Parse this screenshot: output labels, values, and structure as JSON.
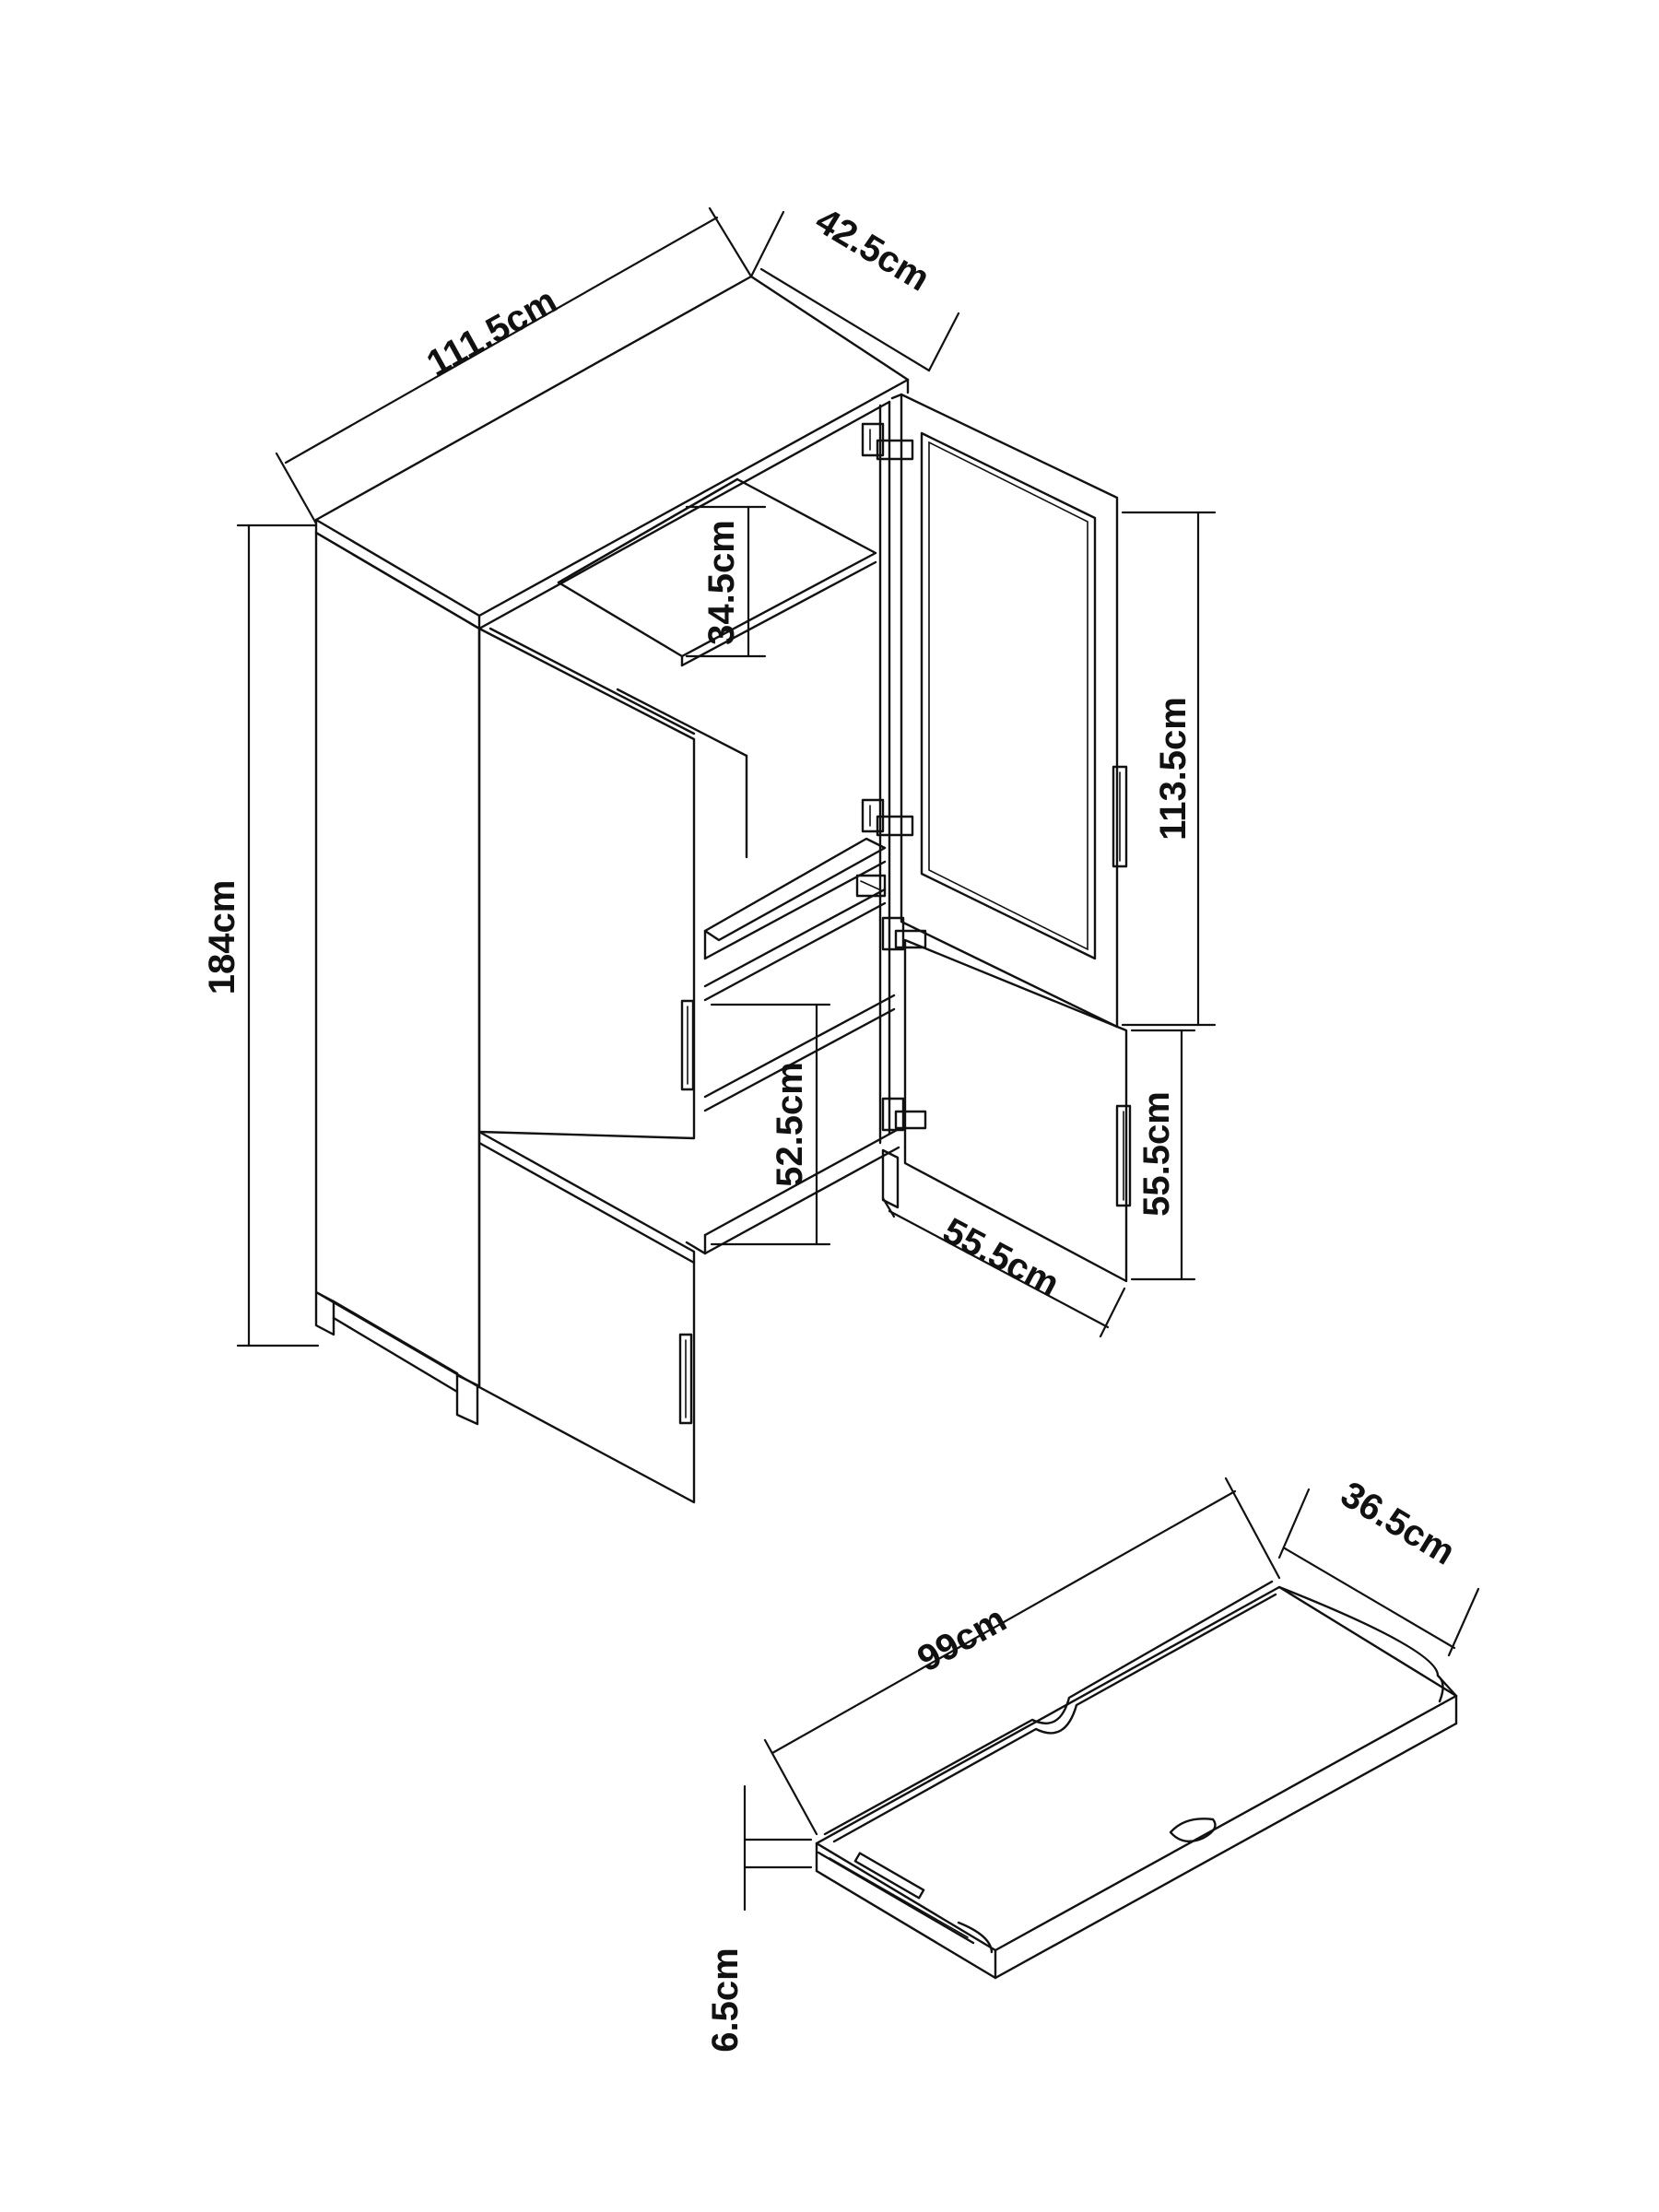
{
  "colors": {
    "line": "#111111",
    "background": "#ffffff"
  },
  "cabinet": {
    "width": "111.5cm",
    "depth": "42.5cm",
    "height": "184cm",
    "upper_shelf_gap": "34.5cm",
    "upper_door_height": "113.5cm",
    "lower_compartment_height": "52.5cm",
    "lower_compartment_depth": "55.5cm",
    "lower_door_height": "55.5cm"
  },
  "tray": {
    "width": "99cm",
    "depth": "36.5cm",
    "height": "6.5cm"
  }
}
